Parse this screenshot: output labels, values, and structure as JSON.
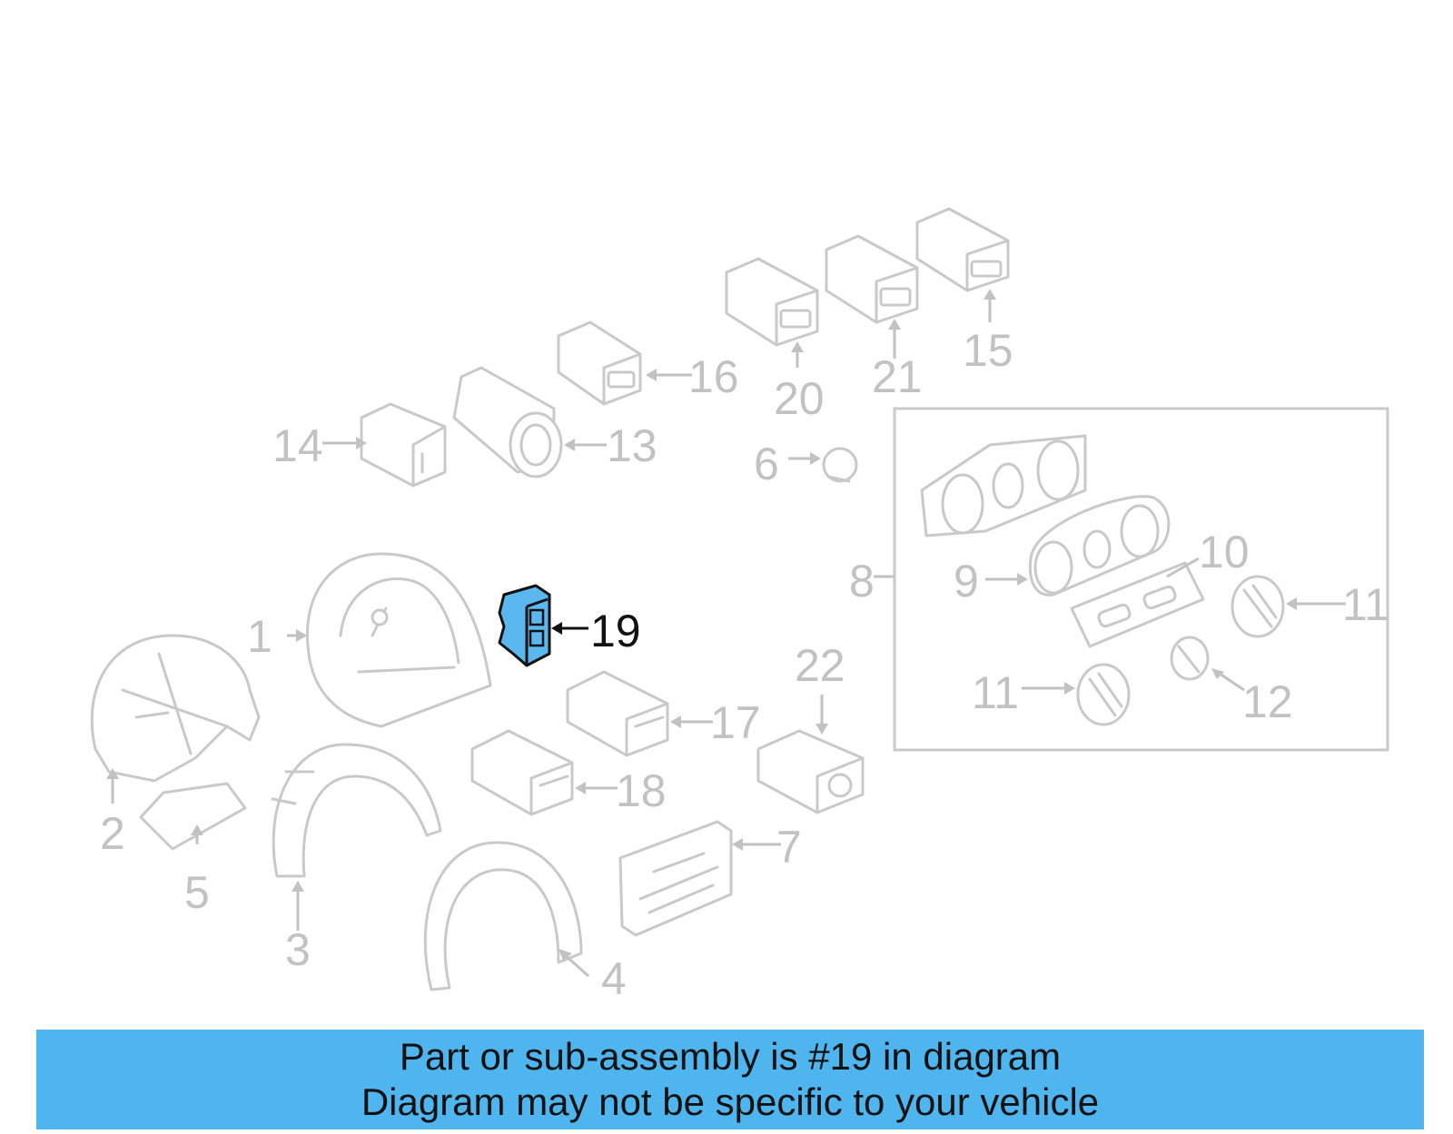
{
  "diagram": {
    "highlighted_part": "19",
    "highlight_color": "#5bb8ee",
    "ghost_color": "#c9c9c9",
    "labels": {
      "p1": "1",
      "p2": "2",
      "p3": "3",
      "p4": "4",
      "p5": "5",
      "p6": "6",
      "p7": "7",
      "p8": "8",
      "p9": "9",
      "p10": "10",
      "p11a": "11",
      "p11b": "11",
      "p12": "12",
      "p13": "13",
      "p14": "14",
      "p15": "15",
      "p16": "16",
      "p17": "17",
      "p18": "18",
      "p19": "19",
      "p20": "20",
      "p21": "21",
      "p22": "22"
    }
  },
  "banner": {
    "line1": "Part or sub-assembly is #19 in diagram",
    "line2": "Diagram may not be specific to your vehicle",
    "color": "#4fb5ee"
  }
}
